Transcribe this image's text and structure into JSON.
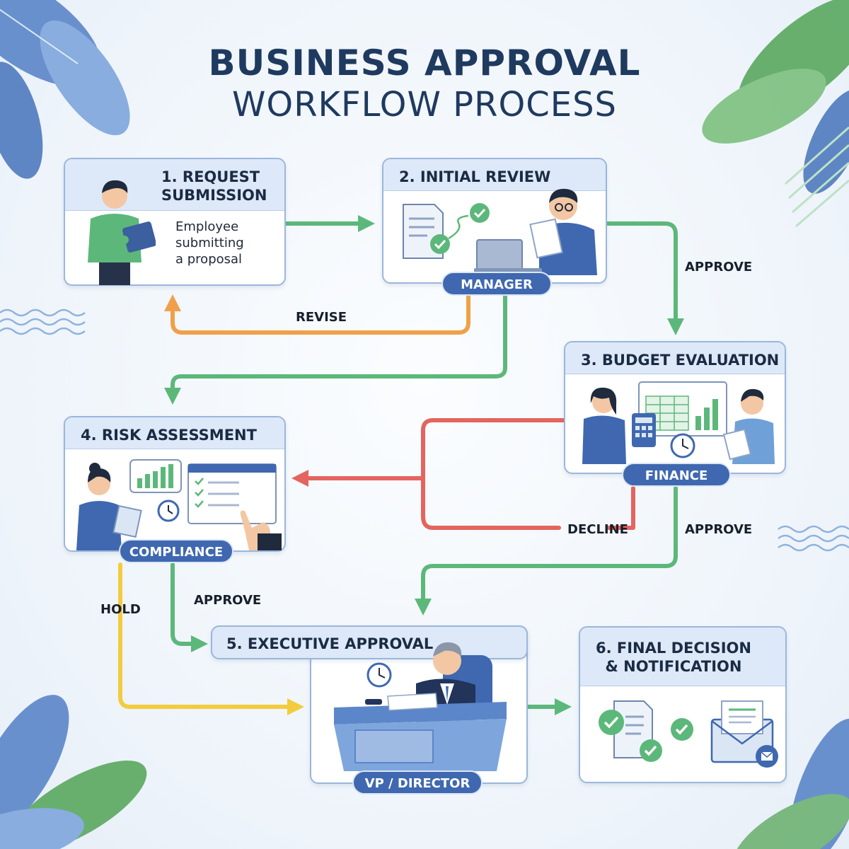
{
  "title": {
    "line1": "BUSINESS APPROVAL",
    "line2": "WORKFLOW PROCESS"
  },
  "steps": [
    {
      "title_line1": "1. REQUEST",
      "title_line2": "SUBMISSION",
      "description_lines": [
        "Employee",
        "submitting",
        "a proposal"
      ]
    },
    {
      "title": "2. INITIAL REVIEW",
      "role": "MANAGER"
    },
    {
      "title": "3. BUDGET EVALUATION",
      "role": "FINANCE"
    },
    {
      "title": "4. RISK ASSESSMENT",
      "role": "COMPLIANCE"
    },
    {
      "title": "5. EXECUTIVE APPROVAL",
      "role": "VP / DIRECTOR"
    },
    {
      "title_line1": "6. FINAL DECISION",
      "title_line2": "& NOTIFICATION"
    }
  ],
  "flow_labels": {
    "approve_manager": "APPROVE",
    "revise": "REVISE",
    "decline": "DECLINE",
    "approve_finance": "APPROVE",
    "hold": "HOLD",
    "approve_compliance": "APPROVE"
  },
  "colors": {
    "approve": "#5cb87a",
    "revise": "#f0a04a",
    "decline": "#e4645f",
    "hold": "#f3cc3e",
    "accent": "#3f68b0",
    "title": "#1f3a5f"
  }
}
